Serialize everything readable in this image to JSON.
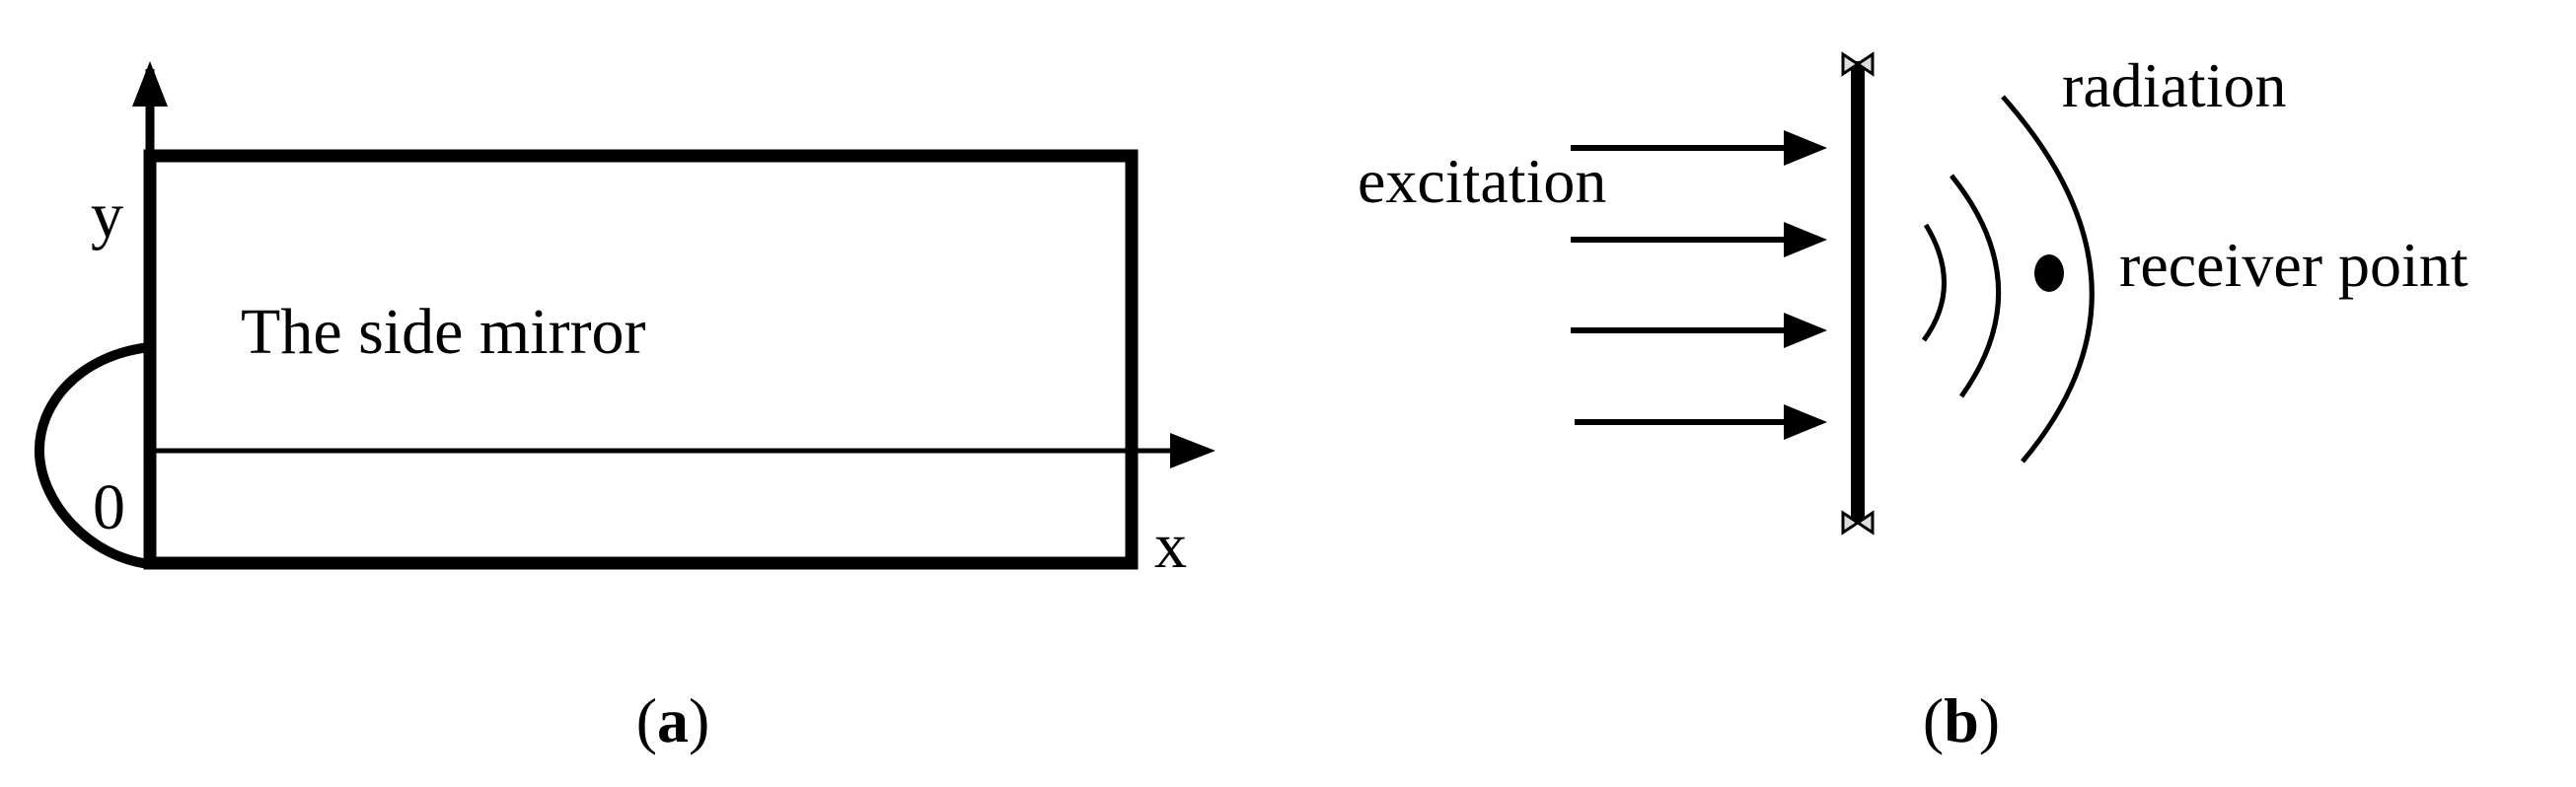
{
  "panel_a": {
    "axis_y_label": "y",
    "axis_x_label": "x",
    "origin_label": "0",
    "object_label": "The side mirror",
    "caption_letter": "a"
  },
  "panel_b": {
    "excitation_label": "excitation",
    "radiation_label": "radiation",
    "receiver_label": "receiver point",
    "caption_letter": "b"
  },
  "caption_parens": {
    "open": "(",
    "close": ")"
  }
}
